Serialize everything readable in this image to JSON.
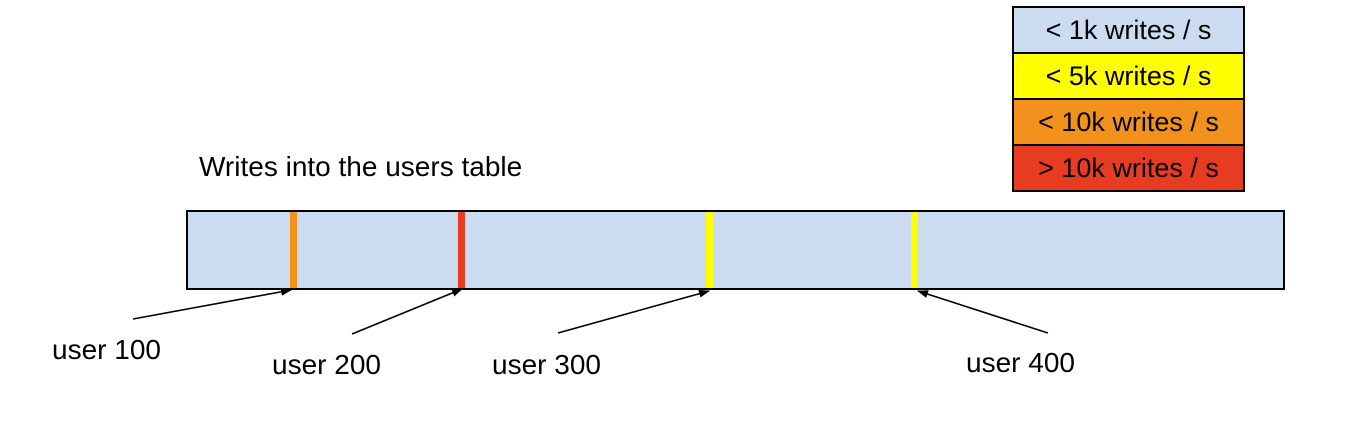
{
  "title": "Writes into the users table",
  "colors": {
    "bar_fill": "#ccdcf0",
    "yellow": "#ffff00",
    "orange": "#f2921d",
    "red": "#e73b22",
    "outline": "#000000"
  },
  "legend": {
    "items": [
      {
        "label": "< 1k writes / s",
        "color": "#ccdcf0"
      },
      {
        "label": "< 5k writes / s",
        "color": "#ffff00"
      },
      {
        "label": "< 10k writes / s",
        "color": "#f2921d"
      },
      {
        "label": "> 10k writes / s",
        "color": "#e73b22"
      }
    ]
  },
  "bar": {
    "markers": [
      {
        "label": "user 100",
        "color": "#f2921d",
        "position": 0.0959
      },
      {
        "label": "user 200",
        "color": "#e73b22",
        "position": 0.2502
      },
      {
        "label": "user 300",
        "color": "#ffff00",
        "position": 0.4767
      },
      {
        "label": "user 400",
        "color": "#ffff00",
        "position": 0.6639
      }
    ]
  }
}
